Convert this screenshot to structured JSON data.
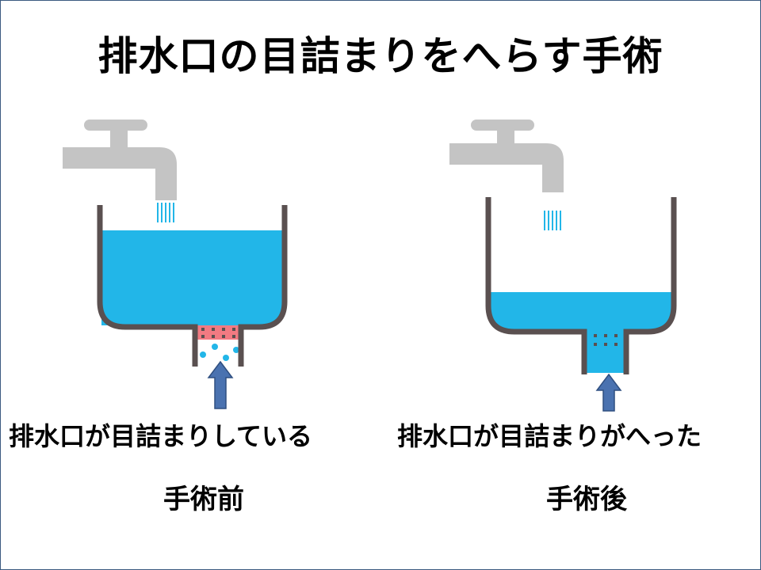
{
  "title": "排水口の目詰まりをへらす手術",
  "before": {
    "label": "排水口が目詰まりしている",
    "caption": "手術前"
  },
  "after": {
    "label": "排水口が目詰まりがへった",
    "caption": "手術後"
  },
  "colors": {
    "water": "#22b6e8",
    "wall": "#5a5050",
    "faucet": "#c4c4c4",
    "arrow": "#4a72b0",
    "clog": "#f27a82"
  }
}
